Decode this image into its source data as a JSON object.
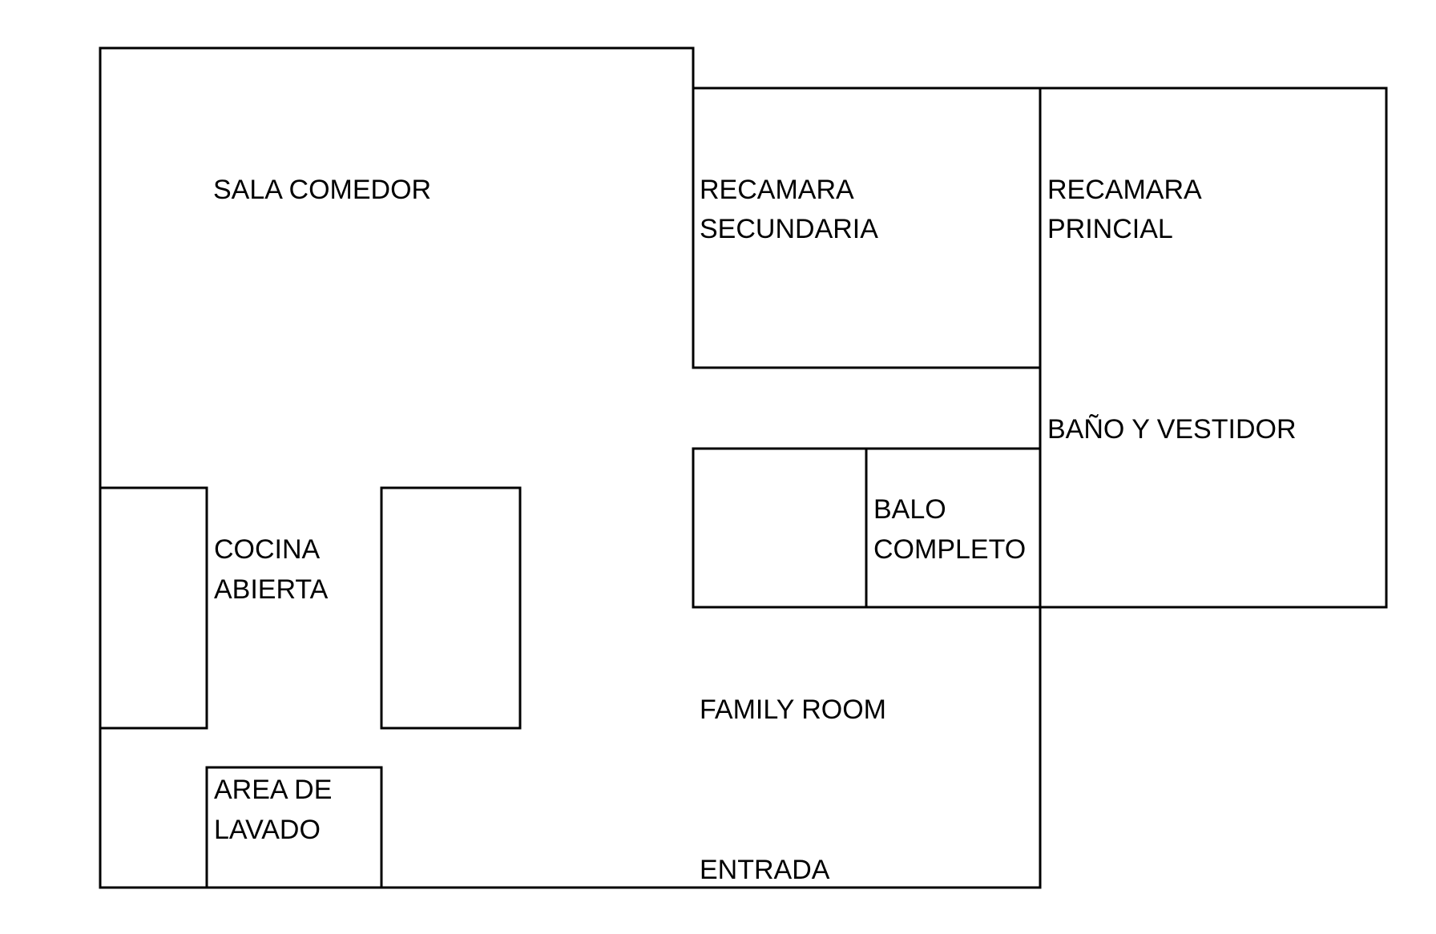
{
  "plan": {
    "rooms": {
      "sala_comedor": [
        "SALA COMEDOR"
      ],
      "recamara_secundaria": [
        "RECAMARA",
        "SECUNDARIA"
      ],
      "recamara_principal": [
        "RECAMARA",
        "PRINCIAL"
      ],
      "bano_vestidor": [
        "BAÑO Y VESTIDOR"
      ],
      "bano_completo": [
        "BALO",
        "COMPLETO"
      ],
      "cocina_abierta": [
        "COCINA",
        "ABIERTA"
      ],
      "area_lavado": [
        "AREA DE",
        "LAVADO"
      ],
      "family_room": [
        "FAMILY ROOM"
      ],
      "entrada": [
        "ENTRADA"
      ]
    },
    "colors": {
      "line": "#000000",
      "background": "#ffffff"
    }
  }
}
